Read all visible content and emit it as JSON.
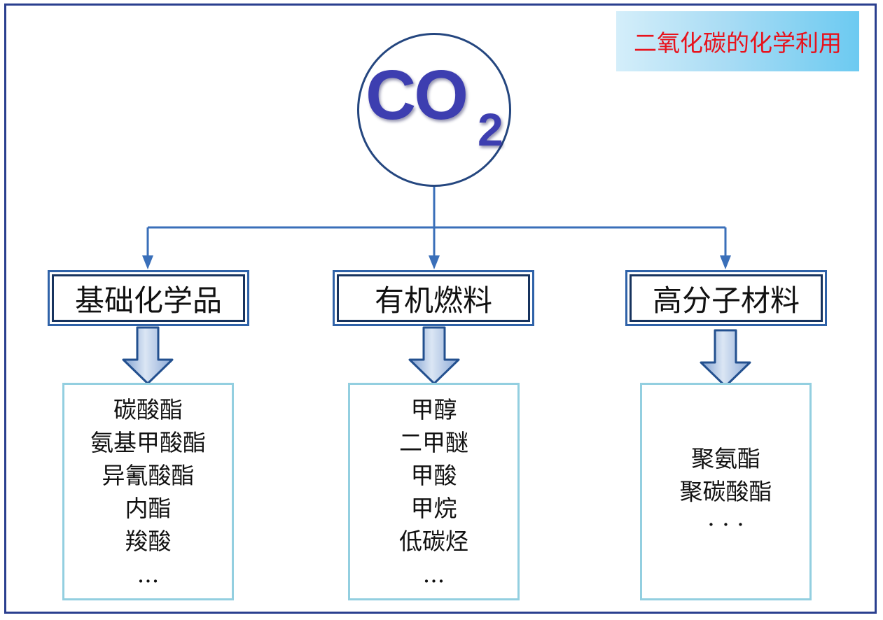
{
  "title": "二氧化碳的化学利用",
  "center": {
    "formula_main": "CO",
    "formula_sub": "2"
  },
  "categories": [
    {
      "label": "基础化学品",
      "items": [
        "碳酸酯",
        "氨基甲酸酯",
        "异氰酸酯",
        "内酯",
        "羧酸",
        "..."
      ]
    },
    {
      "label": "有机燃料",
      "items": [
        "甲醇",
        "二甲醚",
        "甲酸",
        "甲烷",
        "低碳烃",
        "..."
      ]
    },
    {
      "label": "高分子材料",
      "items": [
        "聚氨酯",
        "聚碳酸酯",
        "· · ·"
      ]
    }
  ],
  "colors": {
    "frame": "#2a3f8f",
    "connector": "#3a6fb9",
    "title_text": "#e8121c",
    "title_bg_end": "#6ccaf1",
    "co2_text": "#3d3eb0",
    "list_border": "#93cfe0",
    "block_arrow_fill": "#b7cbe5"
  }
}
